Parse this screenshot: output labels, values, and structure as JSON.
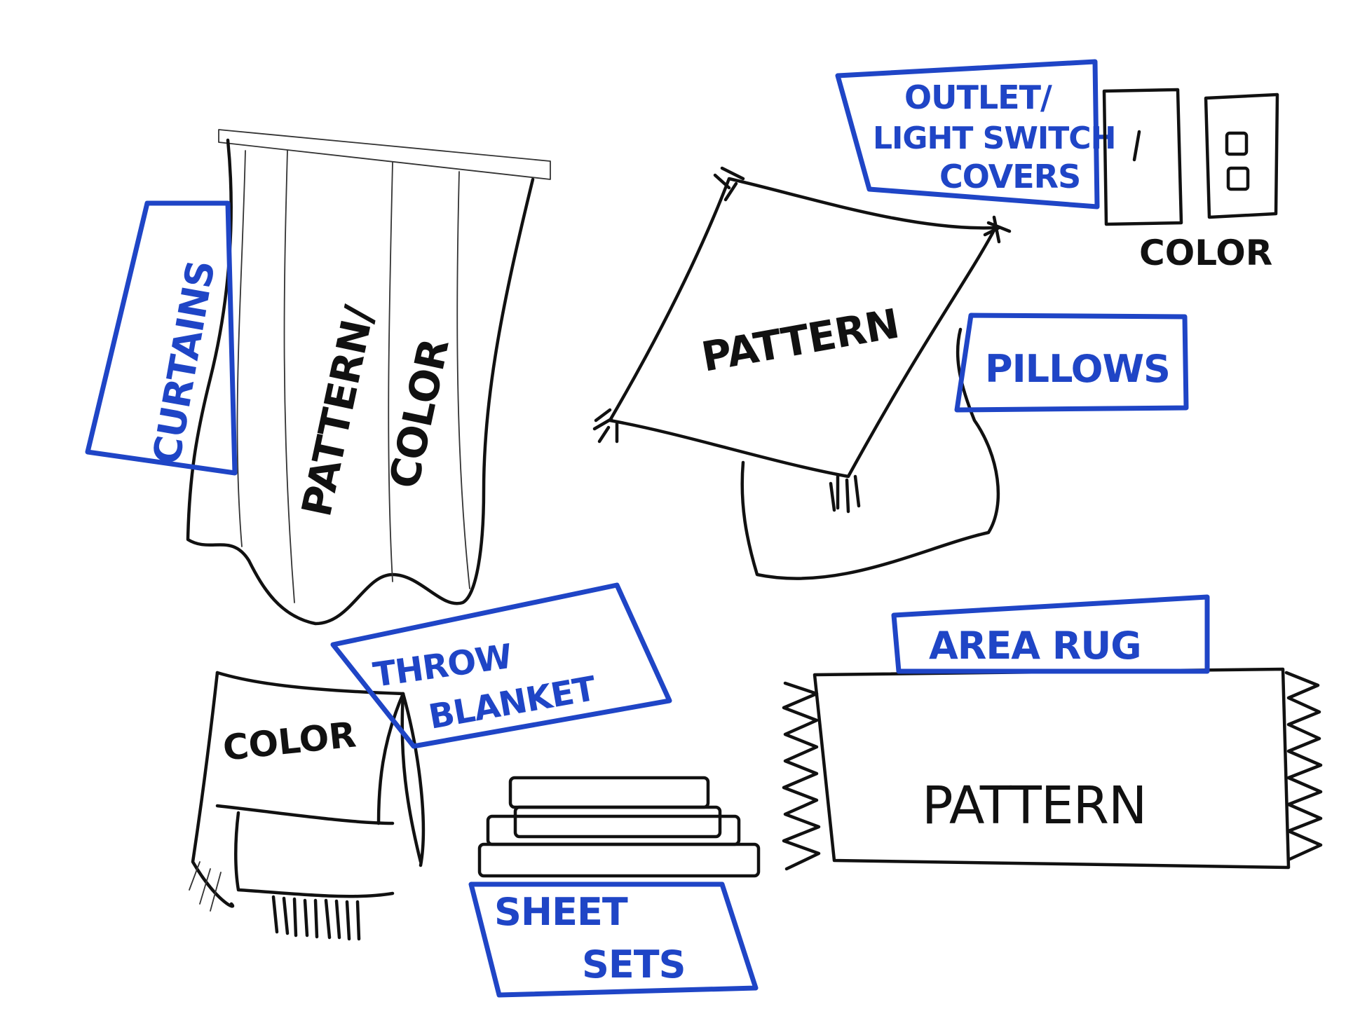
{
  "colors": {
    "label_blue": "#1f45c6",
    "ink": "#111111"
  },
  "labels": {
    "curtains": "CURTAINS",
    "outlet_line1": "OUTLET/",
    "outlet_line2": "LIGHT SWITCH",
    "outlet_line3": "COVERS",
    "pillows": "PILLOWS",
    "throw_line1": "THROW",
    "throw_line2": "BLANKET",
    "area_rug": "AREA RUG",
    "sheet_line1": "SHEET",
    "sheet_line2": "SETS"
  },
  "annotations": {
    "curtain_line1": "PATTERN/",
    "curtain_line2": "COLOR",
    "pillow": "PATTERN",
    "switch_cover": "COLOR",
    "blanket": "COLOR",
    "rug": "PATTERN"
  }
}
